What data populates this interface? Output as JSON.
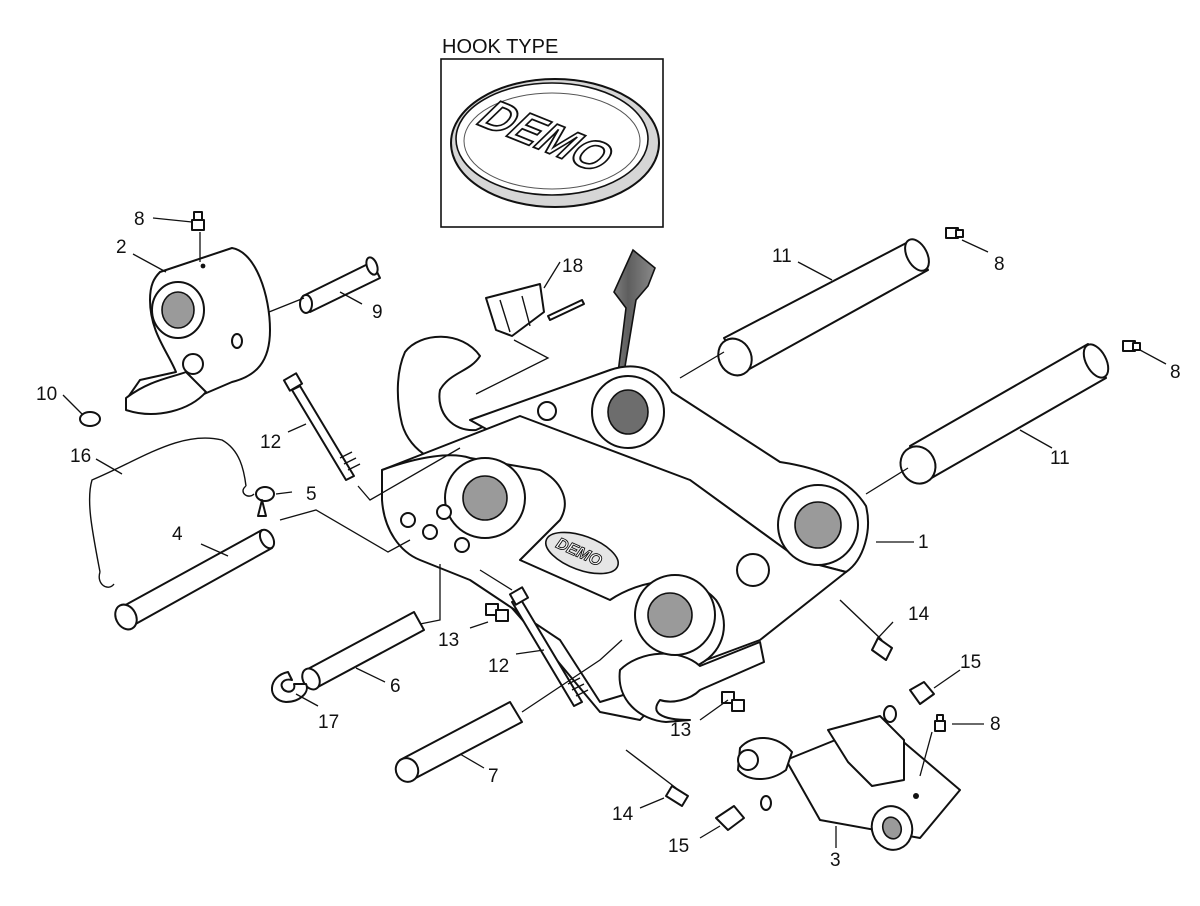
{
  "inset": {
    "title": "HOOK TYPE",
    "logo_text": "DEMO"
  },
  "frame_logo_text": "DEMO",
  "callouts": [
    {
      "id": "c8a",
      "label": "8"
    },
    {
      "id": "c2",
      "label": "2"
    },
    {
      "id": "c9",
      "label": "9"
    },
    {
      "id": "c10",
      "label": "10"
    },
    {
      "id": "c16",
      "label": "16"
    },
    {
      "id": "c5",
      "label": "5"
    },
    {
      "id": "c4",
      "label": "4"
    },
    {
      "id": "c12a",
      "label": "12"
    },
    {
      "id": "c18",
      "label": "18"
    },
    {
      "id": "c11a",
      "label": "11"
    },
    {
      "id": "c8b",
      "label": "8"
    },
    {
      "id": "c8c",
      "label": "8"
    },
    {
      "id": "c11b",
      "label": "11"
    },
    {
      "id": "c1",
      "label": "1"
    },
    {
      "id": "c13a",
      "label": "13"
    },
    {
      "id": "c12b",
      "label": "12"
    },
    {
      "id": "c6",
      "label": "6"
    },
    {
      "id": "c17",
      "label": "17"
    },
    {
      "id": "c7",
      "label": "7"
    },
    {
      "id": "c14a",
      "label": "14"
    },
    {
      "id": "c15a",
      "label": "15"
    },
    {
      "id": "c13b",
      "label": "13"
    },
    {
      "id": "c8d",
      "label": "8"
    },
    {
      "id": "c14b",
      "label": "14"
    },
    {
      "id": "c15b",
      "label": "15"
    },
    {
      "id": "c3",
      "label": "3"
    }
  ]
}
